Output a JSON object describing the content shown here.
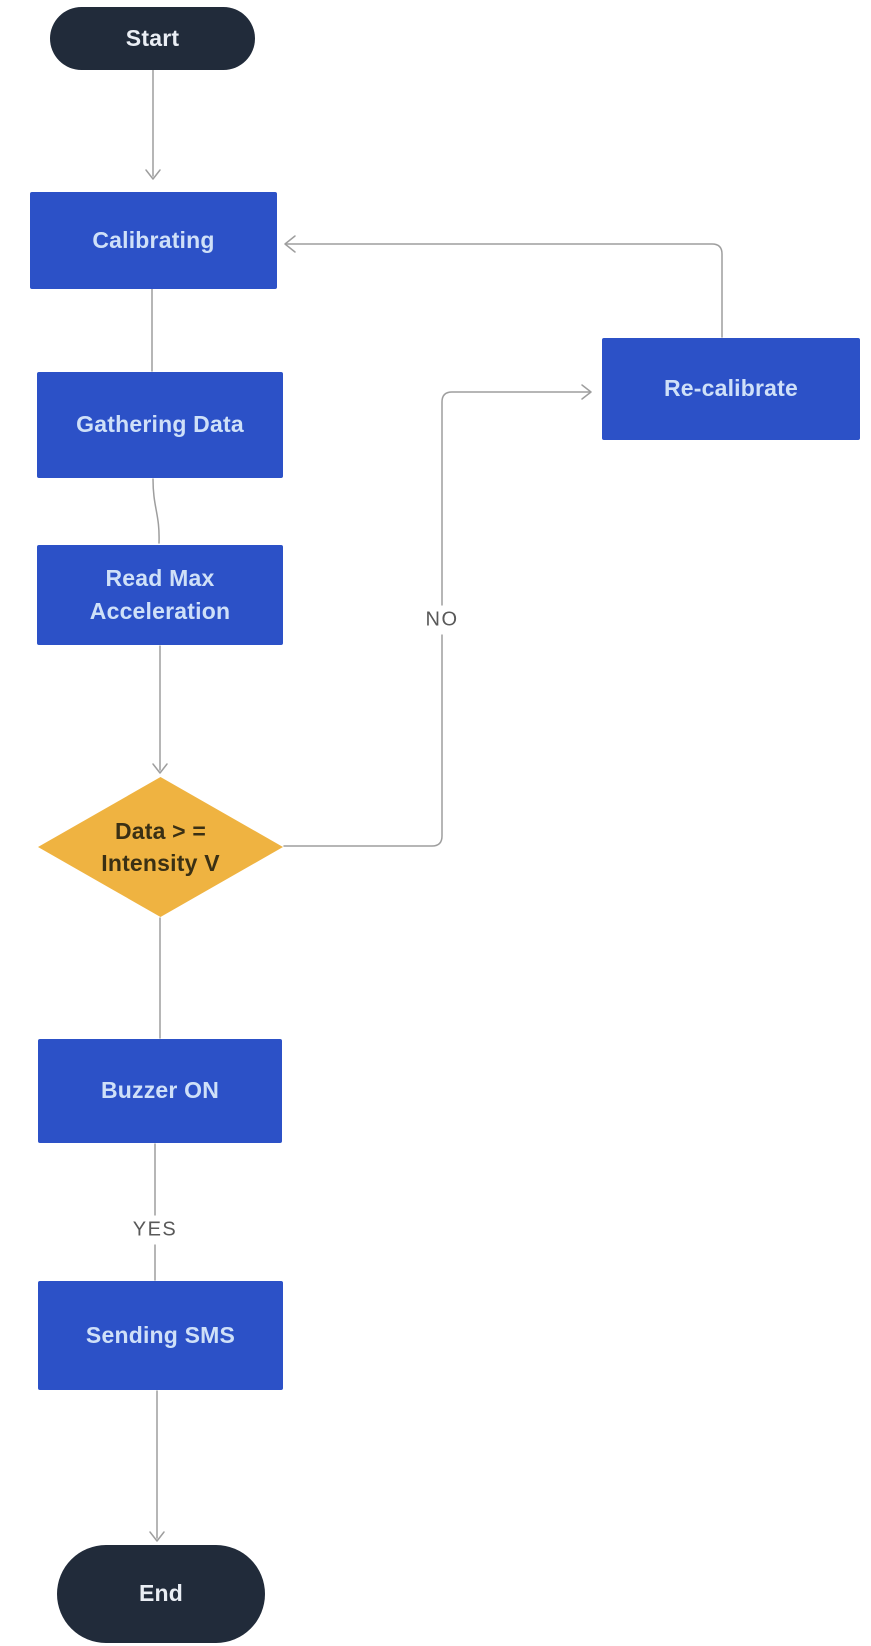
{
  "diagram": {
    "nodes": {
      "start": {
        "label": "Start",
        "type": "terminator"
      },
      "calibrating": {
        "label": "Calibrating",
        "type": "process"
      },
      "gathering_data": {
        "label": "Gathering Data",
        "type": "process"
      },
      "read_max_acceleration": {
        "label": "Read Max Acceleration",
        "type": "process"
      },
      "recalibrate": {
        "label": "Re-calibrate",
        "type": "process"
      },
      "decision": {
        "label": "Data > = Intensity V",
        "line1": "Data > =",
        "line2": "Intensity V",
        "type": "decision"
      },
      "buzzer_on": {
        "label": "Buzzer ON",
        "type": "process"
      },
      "sending_sms": {
        "label": "Sending SMS",
        "type": "process"
      },
      "end": {
        "label": "End",
        "type": "terminator"
      }
    },
    "edge_labels": {
      "no": "NO",
      "yes": "YES"
    },
    "colors": {
      "process_fill": "#2c51c7",
      "process_text": "#cfe0f8",
      "terminal_fill": "#212b3a",
      "terminal_text": "#eaeef4",
      "decision_fill": "#efb341",
      "decision_text": "#3a3014",
      "connector": "#9e9e9e",
      "edge_label_text": "#595959",
      "background": "#ffffff"
    }
  }
}
